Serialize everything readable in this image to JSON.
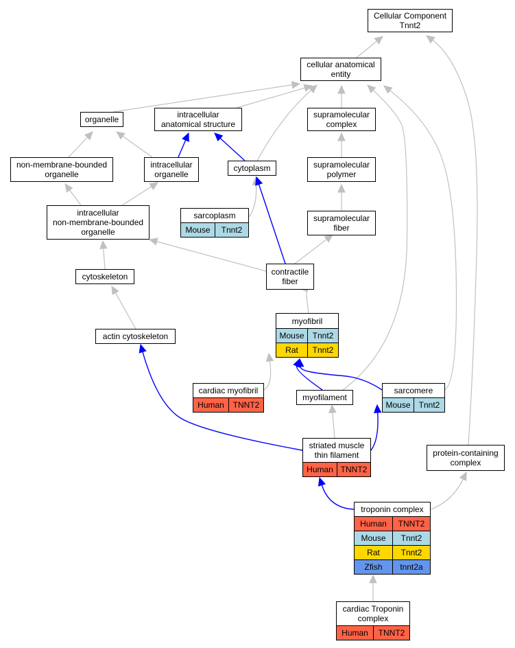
{
  "colors": {
    "human": "#ff6347",
    "mouse": "#add8e6",
    "rat": "#ffd700",
    "zfish": "#6495ed",
    "is_a_edge": "#c0c0c0",
    "part_of_edge": "#0000ff"
  },
  "nodes": {
    "cellular_component": {
      "label": "Cellular Component\nTnnt2"
    },
    "cellular_anatomical_entity": {
      "label": "cellular anatomical\nentity"
    },
    "organelle": {
      "label": "organelle"
    },
    "intracellular_anatomical_structure": {
      "label": "intracellular\nanatomical structure"
    },
    "supramolecular_complex": {
      "label": "supramolecular\ncomplex"
    },
    "non_membrane_bounded_organelle": {
      "label": "non-membrane-bounded\norganelle"
    },
    "intracellular_organelle": {
      "label": "intracellular\norganelle"
    },
    "cytoplasm": {
      "label": "cytoplasm"
    },
    "supramolecular_polymer": {
      "label": "supramolecular\npolymer"
    },
    "sarcoplasm": {
      "label": "sarcoplasm",
      "genes": [
        {
          "species": "Mouse",
          "gene": "Tnnt2"
        }
      ]
    },
    "intracellular_nmb_organelle": {
      "label": "intracellular\nnon-membrane-bounded\norganelle"
    },
    "supramolecular_fiber": {
      "label": "supramolecular\nfiber"
    },
    "contractile_fiber": {
      "label": "contractile\nfiber"
    },
    "cytoskeleton": {
      "label": "cytoskeleton"
    },
    "myofibril": {
      "label": "myofibril",
      "genes": [
        {
          "species": "Mouse",
          "gene": "Tnnt2"
        },
        {
          "species": "Rat",
          "gene": "Tnnt2"
        }
      ]
    },
    "actin_cytoskeleton": {
      "label": "actin cytoskeleton"
    },
    "cardiac_myofibril": {
      "label": "cardiac myofibril",
      "genes": [
        {
          "species": "Human",
          "gene": "TNNT2"
        }
      ]
    },
    "myofilament": {
      "label": "myofilament"
    },
    "sarcomere": {
      "label": "sarcomere",
      "genes": [
        {
          "species": "Mouse",
          "gene": "Tnnt2"
        }
      ]
    },
    "striated_muscle_thin_filament": {
      "label": "striated muscle\nthin filament",
      "genes": [
        {
          "species": "Human",
          "gene": "TNNT2"
        }
      ]
    },
    "protein_containing_complex": {
      "label": "protein-containing\ncomplex"
    },
    "troponin_complex": {
      "label": "troponin complex",
      "genes": [
        {
          "species": "Human",
          "gene": "TNNT2"
        },
        {
          "species": "Mouse",
          "gene": "Tnnt2"
        },
        {
          "species": "Rat",
          "gene": "Tnnt2"
        },
        {
          "species": "Zfish",
          "gene": "tnnt2a"
        }
      ]
    },
    "cardiac_troponin_complex": {
      "label": "cardiac Troponin\ncomplex",
      "genes": [
        {
          "species": "Human",
          "gene": "TNNT2"
        }
      ]
    }
  },
  "edges": [
    {
      "from": "cellular_anatomical_entity",
      "to": "cellular_component",
      "type": "is_a"
    },
    {
      "from": "protein_containing_complex",
      "to": "cellular_component",
      "type": "is_a"
    },
    {
      "from": "organelle",
      "to": "cellular_anatomical_entity",
      "type": "is_a"
    },
    {
      "from": "intracellular_anatomical_structure",
      "to": "cellular_anatomical_entity",
      "type": "is_a"
    },
    {
      "from": "supramolecular_complex",
      "to": "cellular_anatomical_entity",
      "type": "is_a"
    },
    {
      "from": "cytoplasm",
      "to": "cellular_anatomical_entity",
      "type": "is_a"
    },
    {
      "from": "myofilament",
      "to": "cellular_anatomical_entity",
      "type": "is_a"
    },
    {
      "from": "sarcomere",
      "to": "cellular_anatomical_entity",
      "type": "is_a"
    },
    {
      "from": "non_membrane_bounded_organelle",
      "to": "organelle",
      "type": "is_a"
    },
    {
      "from": "intracellular_organelle",
      "to": "organelle",
      "type": "is_a"
    },
    {
      "from": "intracellular_organelle",
      "to": "intracellular_anatomical_structure",
      "type": "part_of"
    },
    {
      "from": "cytoplasm",
      "to": "intracellular_anatomical_structure",
      "type": "part_of"
    },
    {
      "from": "supramolecular_polymer",
      "to": "supramolecular_complex",
      "type": "is_a"
    },
    {
      "from": "supramolecular_fiber",
      "to": "supramolecular_polymer",
      "type": "is_a"
    },
    {
      "from": "intracellular_nmb_organelle",
      "to": "non_membrane_bounded_organelle",
      "type": "is_a"
    },
    {
      "from": "intracellular_nmb_organelle",
      "to": "intracellular_organelle",
      "type": "is_a"
    },
    {
      "from": "sarcoplasm",
      "to": "cytoplasm",
      "type": "is_a"
    },
    {
      "from": "contractile_fiber",
      "to": "cytoplasm",
      "type": "part_of"
    },
    {
      "from": "contractile_fiber",
      "to": "supramolecular_fiber",
      "type": "is_a"
    },
    {
      "from": "contractile_fiber",
      "to": "intracellular_nmb_organelle",
      "type": "is_a"
    },
    {
      "from": "cytoskeleton",
      "to": "intracellular_nmb_organelle",
      "type": "is_a"
    },
    {
      "from": "myofibril",
      "to": "contractile_fiber",
      "type": "is_a"
    },
    {
      "from": "actin_cytoskeleton",
      "to": "cytoskeleton",
      "type": "is_a"
    },
    {
      "from": "cardiac_myofibril",
      "to": "myofibril",
      "type": "is_a"
    },
    {
      "from": "myofilament",
      "to": "myofibril",
      "type": "part_of"
    },
    {
      "from": "sarcomere",
      "to": "myofibril",
      "type": "part_of"
    },
    {
      "from": "striated_muscle_thin_filament",
      "to": "myofilament",
      "type": "is_a"
    },
    {
      "from": "striated_muscle_thin_filament",
      "to": "actin_cytoskeleton",
      "type": "part_of"
    },
    {
      "from": "striated_muscle_thin_filament",
      "to": "sarcomere",
      "type": "part_of"
    },
    {
      "from": "troponin_complex",
      "to": "striated_muscle_thin_filament",
      "type": "part_of"
    },
    {
      "from": "troponin_complex",
      "to": "protein_containing_complex",
      "type": "is_a"
    },
    {
      "from": "cardiac_troponin_complex",
      "to": "troponin_complex",
      "type": "is_a"
    }
  ]
}
